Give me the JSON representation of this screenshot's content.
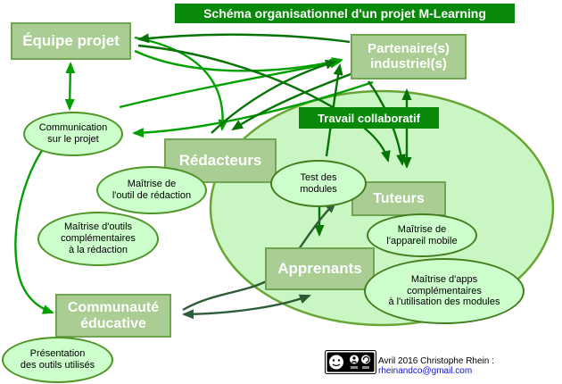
{
  "title": "Schéma organisationnel d'un projet M-Learning",
  "collab_label": "Travail collaboratif",
  "nodes": {
    "equipe": "Équipe projet",
    "partenaire": "Partenaire(s)\nindustriel(s)",
    "redacteurs": "Rédacteurs",
    "tuteurs": "Tuteurs",
    "apprenants": "Apprenants",
    "communaute": "Communauté\néducative"
  },
  "ellipses": {
    "communication": "Communication\nsur le projet",
    "maitrise_outil": "Maîtrise de\nl'outil de rédaction",
    "maitrise_outils_comp": "Maîtrise d'outils\ncomplémentaires\nà la rédaction",
    "test_modules": "Test des\nmodules",
    "maitrise_appareil": "Maîtrise de\nl'appareil mobile",
    "maitrise_apps": "Maîtrise d'apps\ncomplémentaires\nà l'utilisation des modules",
    "presentation": "Présentation\ndes outils utilisés"
  },
  "caption": {
    "prefix": "Avril 2016 Christophe Rhein : ",
    "email": "rheinandco@gmail.com"
  },
  "colors": {
    "banner_green": "#098909",
    "node_fill": "#a9cd93",
    "node_border": "#70a551",
    "ellipse_fill": "#ccffcc",
    "zone_fill": "#c9f6c3",
    "zone_border": "#68a534",
    "arrow_bright": "#00a000",
    "arrow_dark": "#057405",
    "arrow_deep": "#2e5c38",
    "link_blue": "#1515cc"
  }
}
